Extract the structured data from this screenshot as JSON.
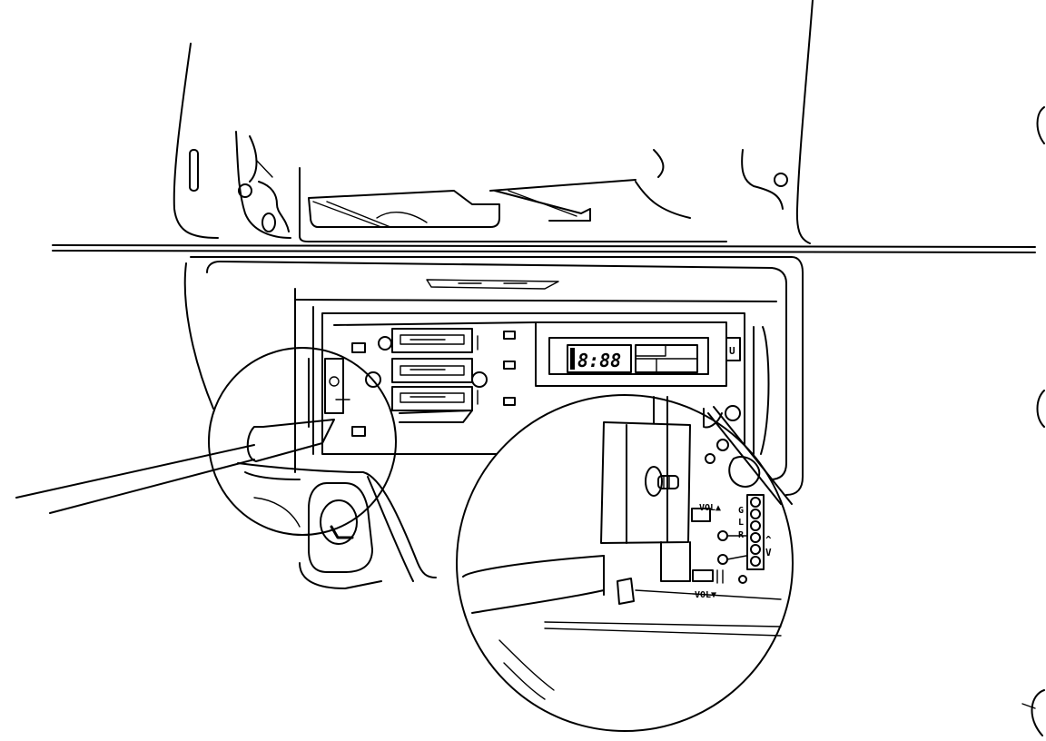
{
  "figure": {
    "type": "technical-line-illustration",
    "subject": "Removing dash-mounted radio with a screwdriver inserted into the release slot",
    "colors": {
      "line": "#000000",
      "background": "#ffffff"
    }
  },
  "radio": {
    "clock_display": "8:88",
    "side_tab_label": "U",
    "preset_buttons": 3
  },
  "detail_callout": {
    "labels": {
      "vol_up": "VOL▲",
      "vol_down": "VOL▼",
      "g": "G",
      "l": "L",
      "r": "R",
      "up": "^",
      "down": "V"
    },
    "connector_pins": 6
  },
  "tool": {
    "name": "screwdriver"
  }
}
